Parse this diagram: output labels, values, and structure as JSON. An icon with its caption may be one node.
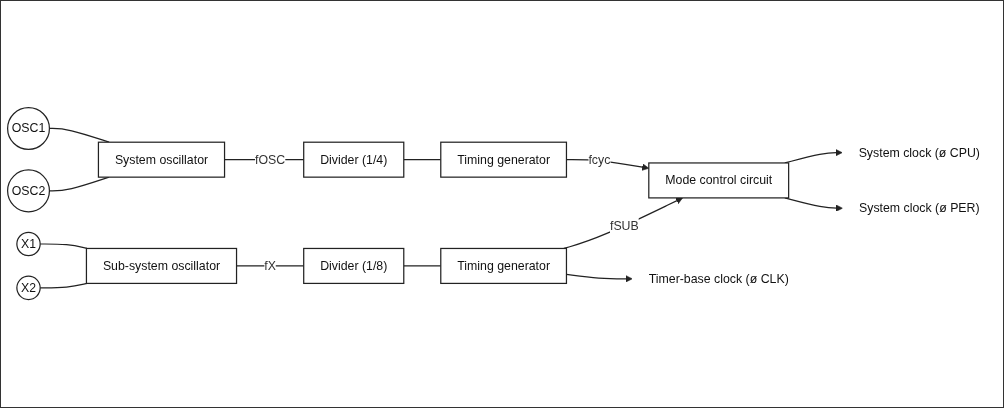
{
  "diagram": {
    "nodes": [
      {
        "text": [
          "OSC1"
        ]
      },
      {
        "text": [
          "OSC2"
        ]
      },
      {
        "text": [
          "X1"
        ]
      },
      {
        "text": [
          "X2"
        ]
      },
      {
        "text": [
          "System oscillator"
        ]
      },
      {
        "text": [
          "Divider (1/4)"
        ]
      },
      {
        "text": [
          "Timing generator"
        ]
      },
      {
        "text": [
          "Sub-system oscillator"
        ]
      },
      {
        "text": [
          "Divider (1/8)"
        ]
      },
      {
        "text": [
          "Timing generator"
        ]
      },
      {
        "text": [
          "Mode control circuit"
        ]
      },
      {
        "text": [
          "System clock (ø CPU)"
        ]
      },
      {
        "text": [
          "System clock (ø PER)"
        ]
      },
      {
        "text": [
          "Timer-base clock (ø CLK)"
        ]
      }
    ],
    "edges": [
      {
        "from": 0,
        "to": 4,
        "arrow": "none"
      },
      {
        "from": 1,
        "to": 4,
        "arrow": "none"
      },
      {
        "from": 2,
        "to": 7,
        "arrow": "none"
      },
      {
        "from": 3,
        "to": 7,
        "arrow": "none"
      },
      {
        "from": 4,
        "to": 5,
        "arrow": "none",
        "label": "fOSC"
      },
      {
        "from": 5,
        "to": 6,
        "arrow": "none"
      },
      {
        "from": 6,
        "to": 10,
        "arrow": "to",
        "label": "fcyc"
      },
      {
        "from": 7,
        "to": 8,
        "arrow": "none",
        "label": "fX"
      },
      {
        "from": 8,
        "to": 9,
        "arrow": "none"
      },
      {
        "from": 9,
        "to": 10,
        "arrow": "to",
        "label": "fSUB"
      },
      {
        "from": 9,
        "to": 13,
        "arrow": "to"
      },
      {
        "from": 10,
        "to": 11,
        "arrow": "to"
      },
      {
        "from": 10,
        "to": 12,
        "arrow": "to"
      }
    ]
  }
}
